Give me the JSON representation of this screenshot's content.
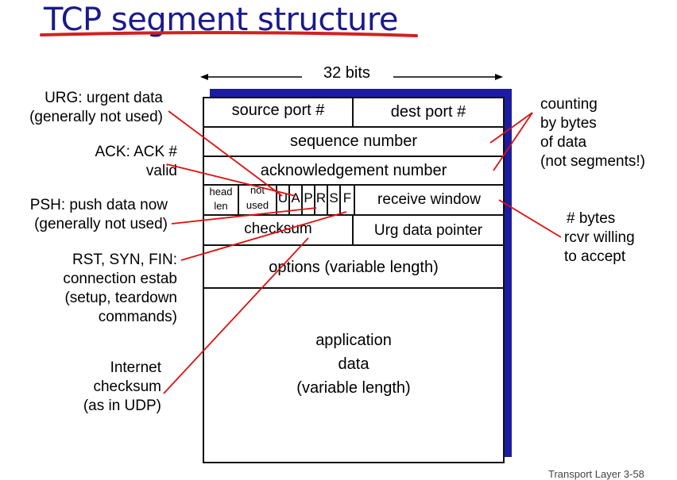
{
  "title": "TCP segment structure",
  "width_label": "32 bits",
  "fields": {
    "source_port": "source port #",
    "dest_port": "dest port #",
    "sequence_number": "sequence number",
    "ack_number": "acknowledgement number",
    "head_len": [
      "head",
      "len"
    ],
    "not_used": [
      "not",
      "used"
    ],
    "flags": [
      "U",
      "A",
      "P",
      "R",
      "S",
      "F"
    ],
    "receive_window": "receive window",
    "checksum": "checksum",
    "urg_pointer": "Urg data pointer",
    "options": "options (variable length)",
    "app_data": [
      "application",
      "data",
      "(variable length)"
    ]
  },
  "annotations": {
    "urg": [
      "URG: urgent data",
      "(generally not used)"
    ],
    "ack": [
      "ACK: ACK #",
      "valid"
    ],
    "psh": [
      "PSH: push data now",
      "(generally not used)"
    ],
    "rst": [
      "RST, SYN, FIN:",
      "connection estab",
      "(setup, teardown",
      "commands)"
    ],
    "internet_checksum": [
      "Internet",
      "checksum",
      "(as in UDP)"
    ],
    "counting": [
      "counting",
      "by bytes",
      "of data",
      "(not segments!)"
    ],
    "bytes": [
      "# bytes",
      "rcvr willing",
      "to accept"
    ]
  },
  "footer": "Transport Layer 3-58",
  "colors": {
    "title": "#1a1a8c",
    "shadow": "#1c1ca0",
    "pointer_lines": "#e01010",
    "underline": "#d42020"
  }
}
